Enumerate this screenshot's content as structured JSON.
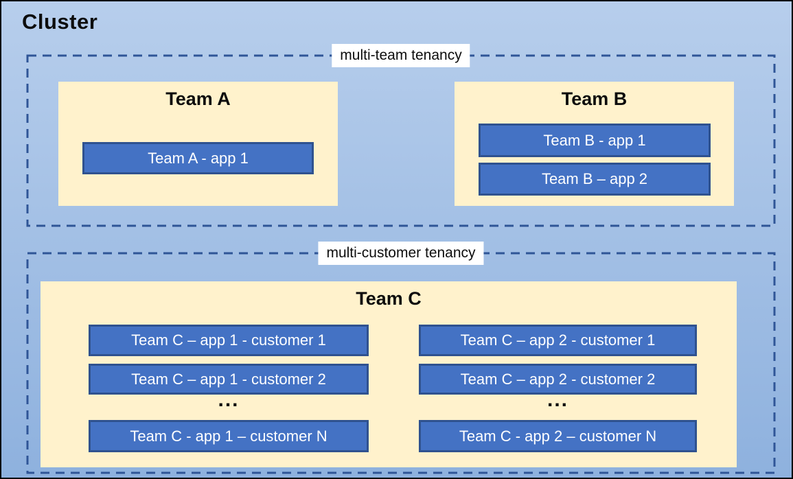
{
  "page": {
    "title": "Cluster"
  },
  "colors": {
    "background_top": "#B7CEEC",
    "background_bottom": "#8EB1DE",
    "team_box_fill": "#FFF2CC",
    "app_box_fill": "#4472C4",
    "app_box_border": "#2F528F",
    "dashed_border": "#2F5597",
    "label_bg": "#FFFFFF",
    "text_dark": "#0D0D0D",
    "app_text": "#FFFFFF"
  },
  "zones": [
    {
      "label": "multi-team tenancy",
      "teams": [
        {
          "name": "Team A",
          "apps": [
            "Team A - app 1"
          ]
        },
        {
          "name": "Team B",
          "apps": [
            "Team B - app 1",
            "Team B – app 2"
          ]
        }
      ]
    },
    {
      "label": "multi-customer tenancy",
      "team": {
        "name": "Team C",
        "columns": [
          {
            "apps": [
              "Team C – app 1 - customer 1",
              "Team C – app 1 - customer 2"
            ],
            "ellipsis": "...",
            "last_app": "Team C - app 1 – customer N"
          },
          {
            "apps": [
              "Team C – app 2 - customer 1",
              "Team C – app 2 - customer 2"
            ],
            "ellipsis": "...",
            "last_app": "Team C - app 2 – customer N"
          }
        ]
      }
    }
  ]
}
